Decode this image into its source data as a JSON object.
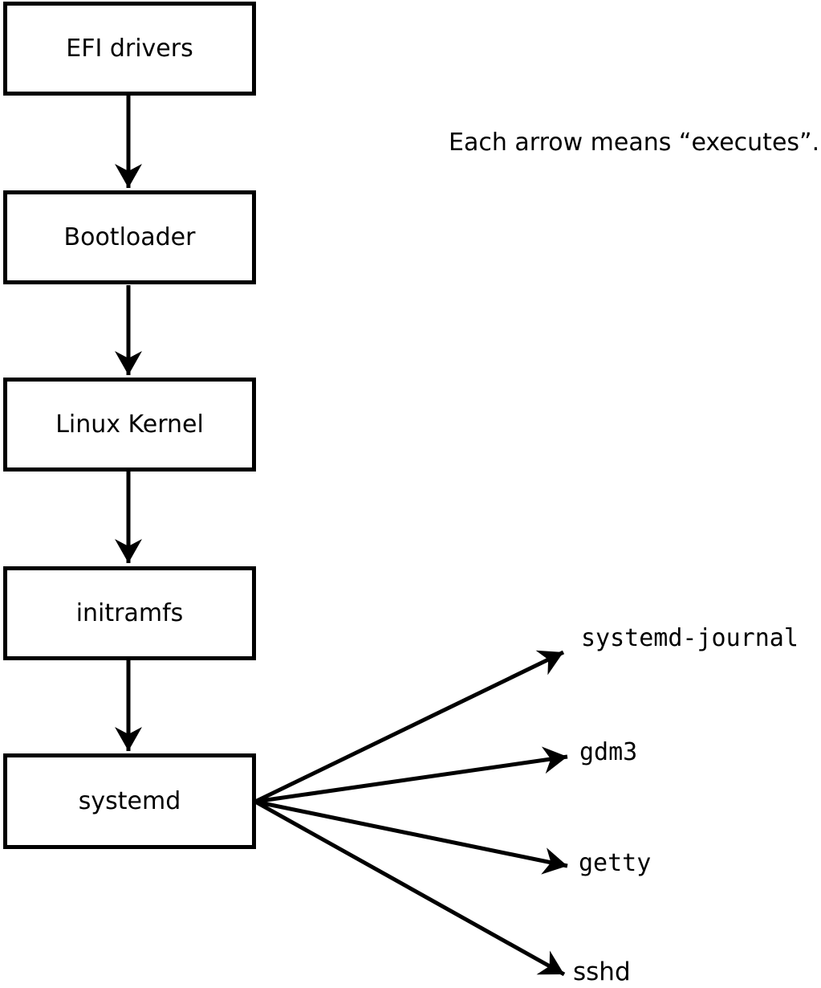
{
  "diagram": {
    "note": "Each arrow means “executes”.",
    "colors": {
      "background": "#ffffff",
      "box_fill": "#ffffff",
      "stroke": "#000000",
      "text": "#000000"
    },
    "chain": [
      "EFI drivers",
      "Bootloader",
      "Linux Kernel",
      "initramfs",
      "systemd"
    ],
    "spawned_processes": [
      "systemd-journal",
      "gdm3",
      "getty",
      "sshd"
    ]
  }
}
